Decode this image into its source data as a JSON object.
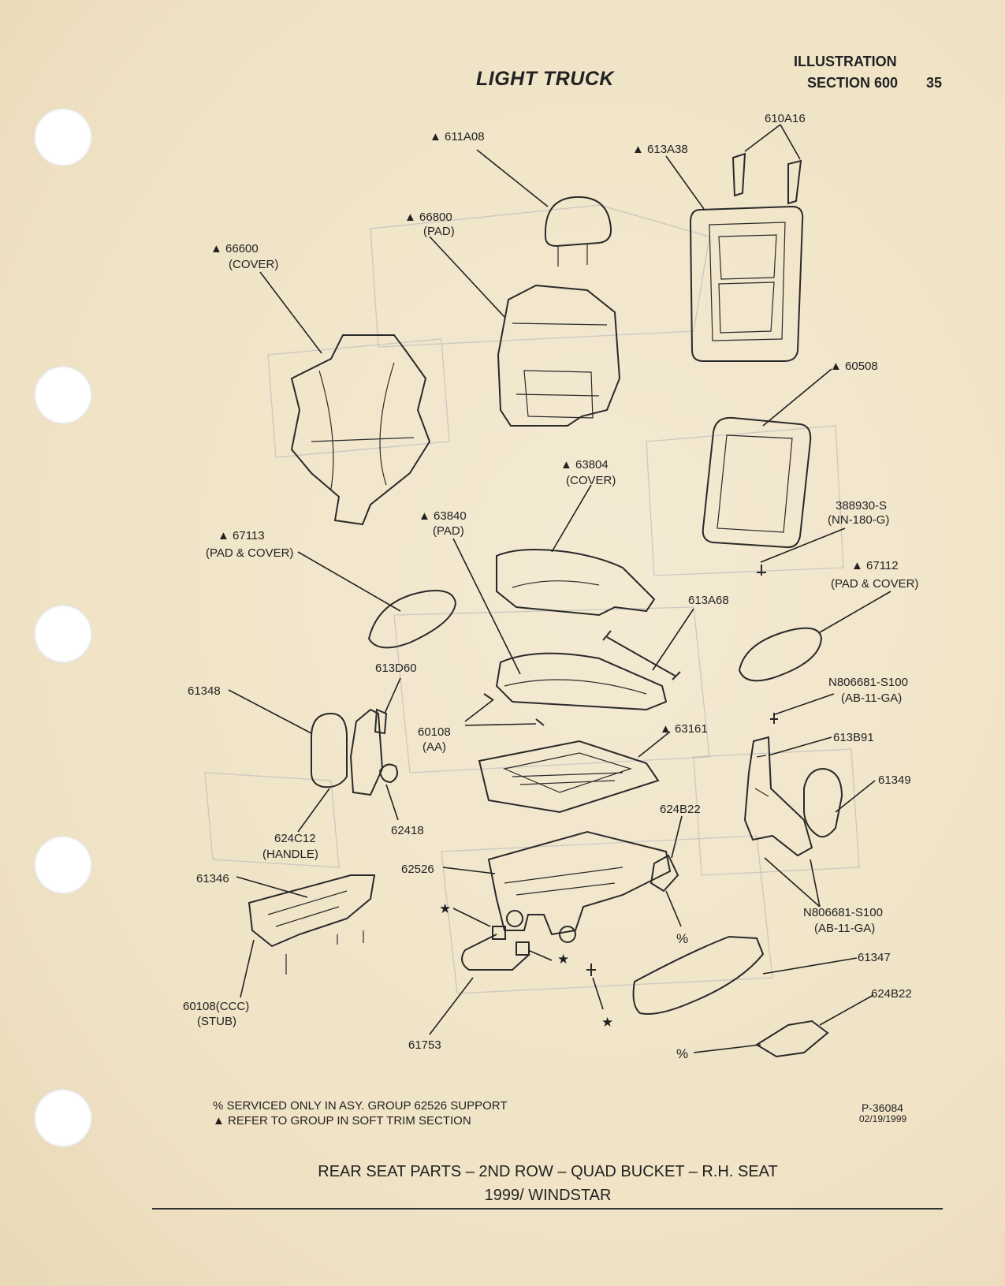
{
  "header": {
    "title": "LIGHT TRUCK",
    "illustration": "ILLUSTRATION",
    "section": "SECTION 600",
    "page": "35"
  },
  "labels": [
    {
      "text": "▲ 611A08"
    },
    {
      "text": "▲ 613A38"
    },
    {
      "text": "610A16"
    },
    {
      "text": "▲ 66800"
    },
    {
      "text": "(PAD)"
    },
    {
      "text": "▲ 66600"
    },
    {
      "text": "(COVER)"
    },
    {
      "text": "▲ 60508"
    },
    {
      "text": "▲ 63804"
    },
    {
      "text": "(COVER)"
    },
    {
      "text": "▲ 63840"
    },
    {
      "text": "(PAD)"
    },
    {
      "text": "388930-S"
    },
    {
      "text": "(NN-180-G)"
    },
    {
      "text": "▲ 67113"
    },
    {
      "text": "(PAD & COVER)"
    },
    {
      "text": "▲ 67112"
    },
    {
      "text": "(PAD & COVER)"
    },
    {
      "text": "613A68"
    },
    {
      "text": "613D60"
    },
    {
      "text": "61348"
    },
    {
      "text": "N806681-S100"
    },
    {
      "text": "(AB-11-GA)"
    },
    {
      "text": "60108"
    },
    {
      "text": "(AA)"
    },
    {
      "text": "▲ 63161"
    },
    {
      "text": "613B91"
    },
    {
      "text": "61349"
    },
    {
      "text": "624B22"
    },
    {
      "text": "624C12"
    },
    {
      "text": "(HANDLE)"
    },
    {
      "text": "62418"
    },
    {
      "text": "61346"
    },
    {
      "text": "62526"
    },
    {
      "text": "★"
    },
    {
      "text": "★"
    },
    {
      "text": "★"
    },
    {
      "text": "%"
    },
    {
      "text": "N806681-S100"
    },
    {
      "text": "(AB-11-GA)"
    },
    {
      "text": "61347"
    },
    {
      "text": "624B22"
    },
    {
      "text": "60108(CCC)"
    },
    {
      "text": "(STUB)"
    },
    {
      "text": "61753"
    },
    {
      "text": "%"
    }
  ],
  "notes": {
    "serviced": "% SERVICED ONLY IN ASY.  GROUP 62526 SUPPORT",
    "refer": "▲ REFER TO GROUP IN SOFT TRIM SECTION"
  },
  "drawing": {
    "number": "P-36084",
    "date": "02/19/1999"
  },
  "caption": {
    "line1": "REAR SEAT PARTS – 2ND ROW – QUAD BUCKET – R.H. SEAT",
    "line2": "1999/ WINDSTAR"
  }
}
